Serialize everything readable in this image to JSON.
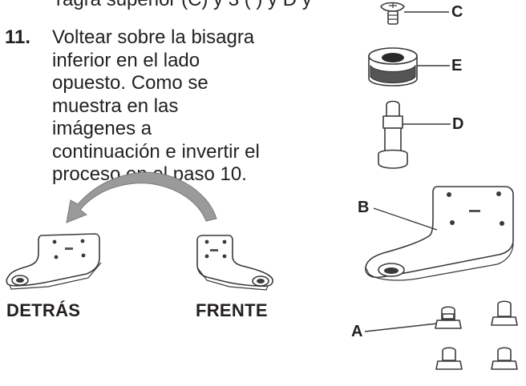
{
  "instructions": {
    "cut_line": "ragra superior (C) y 3 ( ) y D y",
    "step_number": "11.",
    "step_text": "Voltear sobre la bisagra inferior en el lado opuesto. Como se muestra en las imágenes a continuación e invertir el proceso en el paso 10."
  },
  "figure": {
    "label_back": "DETRÁS",
    "label_front": "FRENTE"
  },
  "parts": {
    "c": "C",
    "e": "E",
    "d": "D",
    "b": "B",
    "a": "A"
  }
}
